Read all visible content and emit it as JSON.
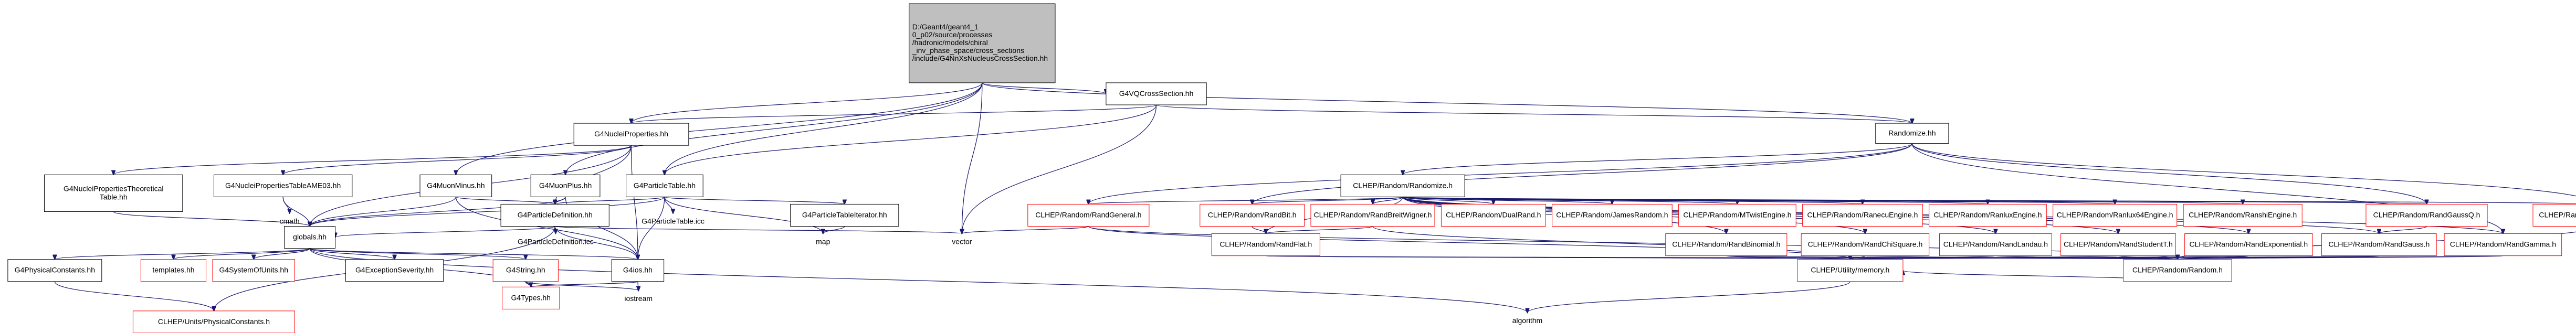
{
  "nodes": [
    {
      "id": "root",
      "style": "root",
      "lines": [
        "D:/Geant4/geant4_1",
        "0_p02/source/processes",
        "/hadronic/models/chiral",
        "_inv_phase_space/cross_sections",
        "/include/G4NnXsNucleusCrossSection.hh"
      ]
    },
    {
      "id": "G4VQCrossSection",
      "style": "plain",
      "lines": [
        "G4VQCrossSection.hh"
      ]
    },
    {
      "id": "G4NucleiProperties",
      "style": "plain",
      "lines": [
        "G4NucleiProperties.hh"
      ]
    },
    {
      "id": "Randomize",
      "style": "plain",
      "lines": [
        "Randomize.hh"
      ]
    },
    {
      "id": "G4NucleiPropertiesTheoretical",
      "style": "plain",
      "lines": [
        "G4NucleiPropertiesTheoretical",
        "Table.hh"
      ]
    },
    {
      "id": "G4NucleiPropertiesTableAME03",
      "style": "plain",
      "lines": [
        "G4NucleiPropertiesTableAME03.hh"
      ]
    },
    {
      "id": "cmath",
      "style": "bare",
      "lines": [
        "cmath"
      ]
    },
    {
      "id": "G4MuonMinus",
      "style": "plain",
      "lines": [
        "G4MuonMinus.hh"
      ]
    },
    {
      "id": "G4MuonPlus",
      "style": "plain",
      "lines": [
        "G4MuonPlus.hh"
      ]
    },
    {
      "id": "G4ParticleTable",
      "style": "plain",
      "lines": [
        "G4ParticleTable.hh"
      ]
    },
    {
      "id": "G4ParticleDefinition",
      "style": "plain",
      "lines": [
        "G4ParticleDefinition.hh"
      ]
    },
    {
      "id": "G4ParticleTableIcc",
      "style": "bare",
      "lines": [
        "G4ParticleTable.icc"
      ]
    },
    {
      "id": "G4ParticleTableIterator",
      "style": "plain",
      "lines": [
        "G4ParticleTableIterator.hh"
      ]
    },
    {
      "id": "map",
      "style": "bare",
      "lines": [
        "map"
      ]
    },
    {
      "id": "G4ParticleDefinitionIcc",
      "style": "bare",
      "lines": [
        "G4ParticleDefinition.icc"
      ]
    },
    {
      "id": "globals",
      "style": "plain",
      "lines": [
        "globals.hh"
      ]
    },
    {
      "id": "G4PhysicalConstants",
      "style": "plain",
      "lines": [
        "G4PhysicalConstants.hh"
      ]
    },
    {
      "id": "templates",
      "style": "red",
      "lines": [
        "templates.hh"
      ]
    },
    {
      "id": "G4SystemOfUnits",
      "style": "red",
      "lines": [
        "G4SystemOfUnits.hh"
      ]
    },
    {
      "id": "G4ExceptionSeverity",
      "style": "plain",
      "lines": [
        "G4ExceptionSeverity.hh"
      ]
    },
    {
      "id": "G4String",
      "style": "red",
      "lines": [
        "G4String.hh"
      ]
    },
    {
      "id": "G4ios",
      "style": "plain",
      "lines": [
        "G4ios.hh"
      ]
    },
    {
      "id": "G4Types",
      "style": "red",
      "lines": [
        "G4Types.hh"
      ]
    },
    {
      "id": "iostream",
      "style": "bare",
      "lines": [
        "iostream"
      ]
    },
    {
      "id": "PhysicalConstants",
      "style": "red",
      "lines": [
        "CLHEP/Units/PhysicalConstants.h"
      ]
    },
    {
      "id": "vector",
      "style": "bare",
      "lines": [
        "vector"
      ]
    },
    {
      "id": "algorithm",
      "style": "bare",
      "lines": [
        "algorithm"
      ]
    },
    {
      "id": "ClhepRandomize",
      "style": "plain",
      "lines": [
        "CLHEP/Random/Randomize.h"
      ]
    },
    {
      "id": "RandGeneral",
      "style": "red",
      "lines": [
        "CLHEP/Random/RandGeneral.h"
      ]
    },
    {
      "id": "RandBit",
      "style": "red",
      "lines": [
        "CLHEP/Random/RandBit.h"
      ]
    },
    {
      "id": "RandBreitWigner",
      "style": "red",
      "lines": [
        "CLHEP/Random/RandBreitWigner.h"
      ]
    },
    {
      "id": "DualRand",
      "style": "red",
      "lines": [
        "CLHEP/Random/DualRand.h"
      ]
    },
    {
      "id": "JamesRandom",
      "style": "red",
      "lines": [
        "CLHEP/Random/JamesRandom.h"
      ]
    },
    {
      "id": "MTwistEngine",
      "style": "red",
      "lines": [
        "CLHEP/Random/MTwistEngine.h"
      ]
    },
    {
      "id": "RanecuEngine",
      "style": "red",
      "lines": [
        "CLHEP/Random/RanecuEngine.h"
      ]
    },
    {
      "id": "RanluxEngine",
      "style": "red",
      "lines": [
        "CLHEP/Random/RanluxEngine.h"
      ]
    },
    {
      "id": "Ranlux64Engine",
      "style": "red",
      "lines": [
        "CLHEP/Random/Ranlux64Engine.h"
      ]
    },
    {
      "id": "RanshiEngine",
      "style": "red",
      "lines": [
        "CLHEP/Random/RanshiEngine.h"
      ]
    },
    {
      "id": "RandGaussQ",
      "style": "red",
      "lines": [
        "CLHEP/Random/RandGaussQ.h"
      ]
    },
    {
      "id": "RandPoissonQ",
      "style": "red",
      "lines": [
        "CLHEP/Random/RandPoissonQ.h"
      ]
    },
    {
      "id": "RandFlat",
      "style": "red",
      "lines": [
        "CLHEP/Random/RandFlat.h"
      ]
    },
    {
      "id": "RandBinomial",
      "style": "red",
      "lines": [
        "CLHEP/Random/RandBinomial.h"
      ]
    },
    {
      "id": "RandChiSquare",
      "style": "red",
      "lines": [
        "CLHEP/Random/RandChiSquare.h"
      ]
    },
    {
      "id": "RandLandau",
      "style": "red",
      "lines": [
        "CLHEP/Random/RandLandau.h"
      ]
    },
    {
      "id": "RandStudentT",
      "style": "red",
      "lines": [
        "CLHEP/Random/RandStudentT.h"
      ]
    },
    {
      "id": "RandExponential",
      "style": "red",
      "lines": [
        "CLHEP/Random/RandExponential.h"
      ]
    },
    {
      "id": "RandGauss",
      "style": "red",
      "lines": [
        "CLHEP/Random/RandGauss.h"
      ]
    },
    {
      "id": "RandGamma",
      "style": "red",
      "lines": [
        "CLHEP/Random/RandGamma.h"
      ]
    },
    {
      "id": "UtilityMemory",
      "style": "red",
      "lines": [
        "CLHEP/Utility/memory.h"
      ]
    },
    {
      "id": "ClhepRandom",
      "style": "red",
      "lines": [
        "CLHEP/Random/Random.h"
      ]
    }
  ],
  "edges": [
    [
      "root",
      "G4VQCrossSection"
    ],
    [
      "root",
      "G4NucleiProperties"
    ],
    [
      "root",
      "Randomize"
    ],
    [
      "root",
      "G4MuonMinus"
    ],
    [
      "root",
      "G4MuonPlus"
    ],
    [
      "root",
      "G4ParticleTable"
    ],
    [
      "root",
      "vector"
    ],
    [
      "G4VQCrossSection",
      "G4NucleiProperties"
    ],
    [
      "G4VQCrossSection",
      "Randomize"
    ],
    [
      "G4VQCrossSection",
      "G4ParticleTable"
    ],
    [
      "G4VQCrossSection",
      "vector"
    ],
    [
      "G4NucleiProperties",
      "G4NucleiPropertiesTheoretical"
    ],
    [
      "G4NucleiProperties",
      "G4NucleiPropertiesTableAME03"
    ],
    [
      "G4NucleiProperties",
      "globals"
    ],
    [
      "G4NucleiProperties",
      "G4ParticleDefinition"
    ],
    [
      "G4NucleiProperties",
      "G4ios"
    ],
    [
      "G4NucleiPropertiesTheoretical",
      "globals"
    ],
    [
      "G4NucleiPropertiesTableAME03",
      "cmath"
    ],
    [
      "G4NucleiPropertiesTableAME03",
      "globals"
    ],
    [
      "G4MuonMinus",
      "globals"
    ],
    [
      "G4MuonMinus",
      "G4ParticleDefinition"
    ],
    [
      "G4MuonMinus",
      "G4ios"
    ],
    [
      "G4MuonPlus",
      "globals"
    ],
    [
      "G4MuonPlus",
      "G4ParticleDefinition"
    ],
    [
      "G4MuonPlus",
      "G4ios"
    ],
    [
      "G4ParticleTable",
      "G4ParticleDefinition"
    ],
    [
      "G4ParticleTable",
      "G4ParticleTableIcc"
    ],
    [
      "G4ParticleTable",
      "G4ParticleTableIterator"
    ],
    [
      "G4ParticleTable",
      "map"
    ],
    [
      "G4ParticleTable",
      "globals"
    ],
    [
      "G4ParticleTable",
      "G4ios"
    ],
    [
      "G4ParticleTableIterator",
      "map"
    ],
    [
      "G4ParticleDefinition",
      "G4ParticleDefinitionIcc"
    ],
    [
      "G4ParticleDefinition",
      "vector"
    ],
    [
      "G4ParticleDefinition",
      "globals"
    ],
    [
      "G4ParticleDefinition",
      "G4ios"
    ],
    [
      "G4ParticleDefinition",
      "PhysicalConstants"
    ],
    [
      "globals",
      "G4PhysicalConstants"
    ],
    [
      "globals",
      "templates"
    ],
    [
      "globals",
      "G4SystemOfUnits"
    ],
    [
      "globals",
      "G4ExceptionSeverity"
    ],
    [
      "globals",
      "G4String"
    ],
    [
      "globals",
      "G4ios"
    ],
    [
      "globals",
      "G4Types"
    ],
    [
      "globals",
      "algorithm"
    ],
    [
      "G4PhysicalConstants",
      "PhysicalConstants"
    ],
    [
      "G4String",
      "G4Types"
    ],
    [
      "G4String",
      "iostream"
    ],
    [
      "G4ios",
      "G4Types"
    ],
    [
      "G4ios",
      "iostream"
    ],
    [
      "Randomize",
      "ClhepRandomize"
    ],
    [
      "Randomize",
      "RandGeneral"
    ],
    [
      "Randomize",
      "RandBit"
    ],
    [
      "Randomize",
      "RandGaussQ"
    ],
    [
      "Randomize",
      "RandPoissonQ"
    ],
    [
      "Randomize",
      "RandGamma"
    ],
    [
      "ClhepRandomize",
      "RandGeneral"
    ],
    [
      "ClhepRandomize",
      "RandBit"
    ],
    [
      "ClhepRandomize",
      "RandBreitWigner"
    ],
    [
      "ClhepRandomize",
      "DualRand"
    ],
    [
      "ClhepRandomize",
      "JamesRandom"
    ],
    [
      "ClhepRandomize",
      "MTwistEngine"
    ],
    [
      "ClhepRandomize",
      "RanecuEngine"
    ],
    [
      "ClhepRandomize",
      "RanluxEngine"
    ],
    [
      "ClhepRandomize",
      "Ranlux64Engine"
    ],
    [
      "ClhepRandomize",
      "RanshiEngine"
    ],
    [
      "ClhepRandomize",
      "RandGaussQ"
    ],
    [
      "ClhepRandomize",
      "RandPoissonQ"
    ],
    [
      "ClhepRandomize",
      "RandFlat"
    ],
    [
      "ClhepRandomize",
      "RandBinomial"
    ],
    [
      "ClhepRandomize",
      "RandChiSquare"
    ],
    [
      "ClhepRandomize",
      "RandLandau"
    ],
    [
      "ClhepRandomize",
      "RandStudentT"
    ],
    [
      "ClhepRandomize",
      "RandExponential"
    ],
    [
      "ClhepRandomize",
      "RandGauss"
    ],
    [
      "ClhepRandomize",
      "RandGamma"
    ],
    [
      "RandGeneral",
      "vector"
    ],
    [
      "RandGeneral",
      "UtilityMemory"
    ],
    [
      "RandGeneral",
      "ClhepRandom"
    ],
    [
      "RandBit",
      "RandFlat"
    ],
    [
      "RandBreitWigner",
      "RandFlat"
    ],
    [
      "RandBreitWigner",
      "UtilityMemory"
    ],
    [
      "RandFlat",
      "UtilityMemory"
    ],
    [
      "RandFlat",
      "ClhepRandom"
    ],
    [
      "RandBinomial",
      "UtilityMemory"
    ],
    [
      "RandBinomial",
      "ClhepRandom"
    ],
    [
      "RandChiSquare",
      "UtilityMemory"
    ],
    [
      "RandChiSquare",
      "ClhepRandom"
    ],
    [
      "RandLandau",
      "UtilityMemory"
    ],
    [
      "RandLandau",
      "ClhepRandom"
    ],
    [
      "RandStudentT",
      "UtilityMemory"
    ],
    [
      "RandStudentT",
      "ClhepRandom"
    ],
    [
      "RandExponential",
      "UtilityMemory"
    ],
    [
      "RandExponential",
      "ClhepRandom"
    ],
    [
      "RandGaussQ",
      "RandGauss"
    ],
    [
      "RandGauss",
      "UtilityMemory"
    ],
    [
      "RandGauss",
      "ClhepRandom"
    ],
    [
      "RandGamma",
      "UtilityMemory"
    ],
    [
      "RandGamma",
      "ClhepRandom"
    ],
    [
      "RandPoissonQ",
      "ClhepRandom"
    ],
    [
      "UtilityMemory",
      "algorithm"
    ],
    [
      "ClhepRandom",
      "UtilityMemory"
    ]
  ]
}
